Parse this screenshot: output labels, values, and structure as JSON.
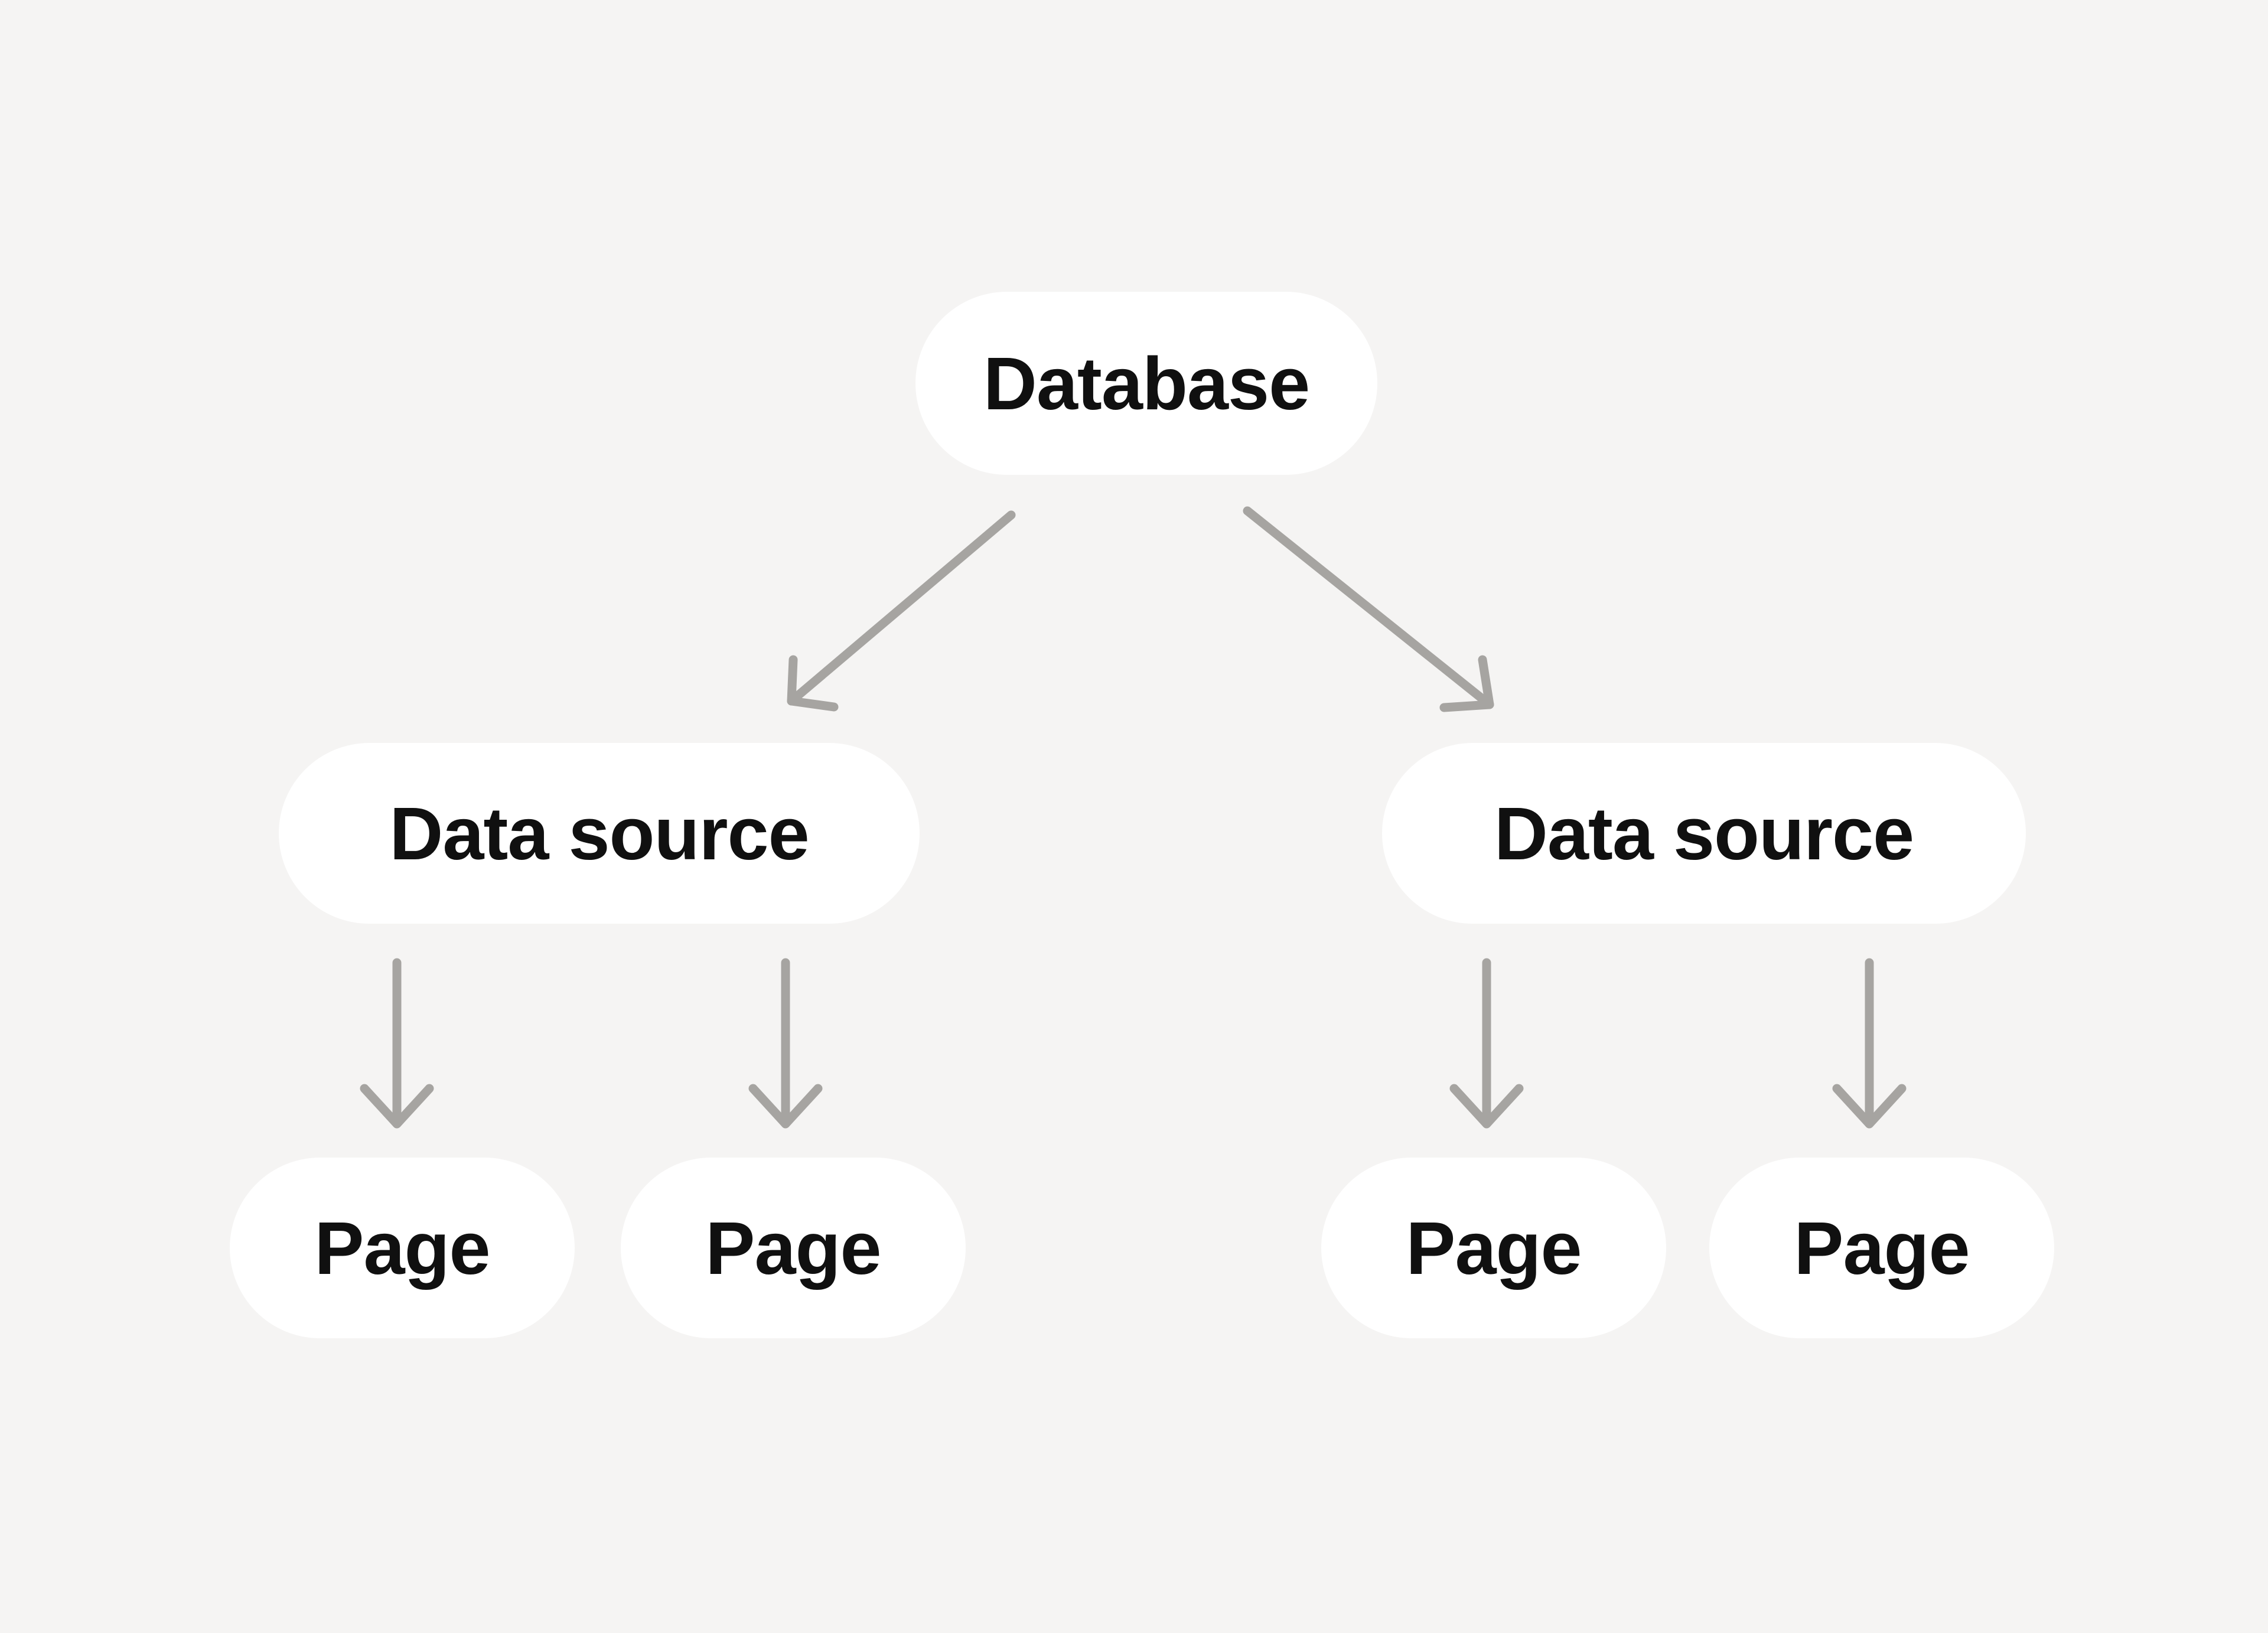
{
  "diagram": {
    "type": "tree",
    "colors": {
      "background": "#f5f4f3",
      "node_fill": "#ffffff",
      "node_text": "#101010",
      "arrow": "#a6a4a1"
    },
    "nodes": [
      {
        "id": "database",
        "label": "Database",
        "level": 1
      },
      {
        "id": "data-source-left",
        "label": "Data source",
        "level": 2
      },
      {
        "id": "data-source-right",
        "label": "Data source",
        "level": 2
      },
      {
        "id": "page-1",
        "label": "Page",
        "level": 3
      },
      {
        "id": "page-2",
        "label": "Page",
        "level": 3
      },
      {
        "id": "page-3",
        "label": "Page",
        "level": 3
      },
      {
        "id": "page-4",
        "label": "Page",
        "level": 3
      }
    ],
    "edges": [
      {
        "from": "database",
        "to": "data-source-left"
      },
      {
        "from": "database",
        "to": "data-source-right"
      },
      {
        "from": "data-source-left",
        "to": "page-1"
      },
      {
        "from": "data-source-left",
        "to": "page-2"
      },
      {
        "from": "data-source-right",
        "to": "page-3"
      },
      {
        "from": "data-source-right",
        "to": "page-4"
      }
    ]
  }
}
